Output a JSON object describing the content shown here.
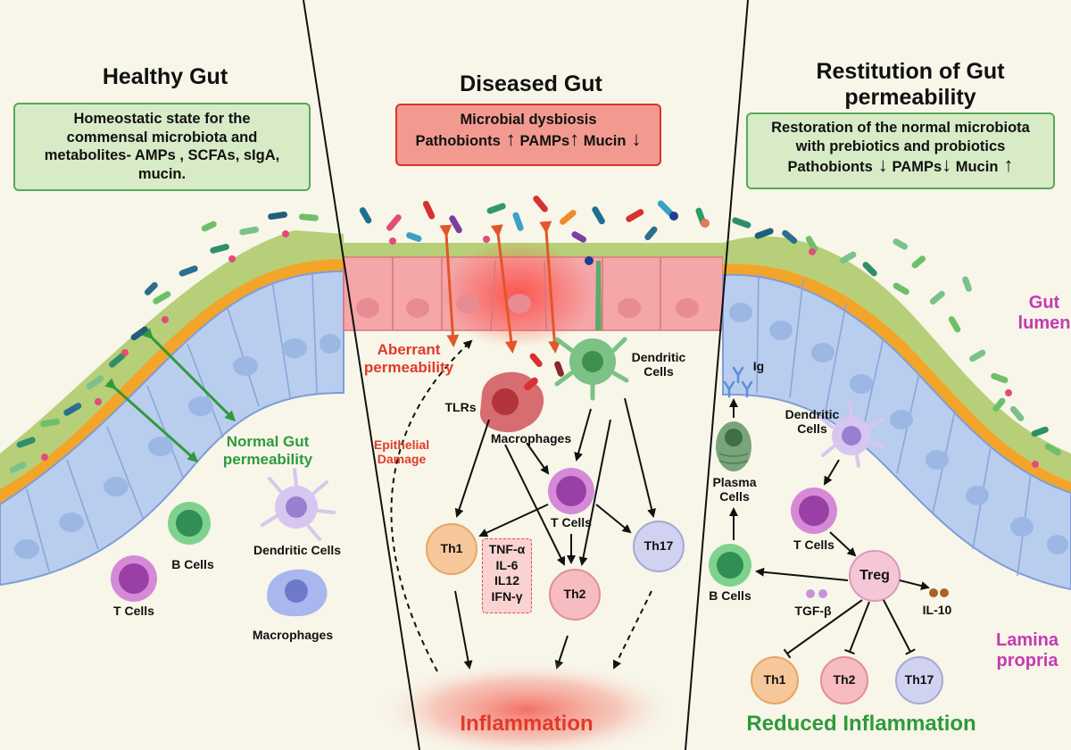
{
  "colors": {
    "background": "#f7f6e9",
    "epithelium_blue": "#b9cdee",
    "epithelium_pink": "#f4a6a8",
    "mucus_green": "#b7cf78",
    "mucus_orange": "#f3a52a",
    "inflammation_red": "#e23a2a",
    "permeability_green": "#2f9a3c",
    "lumen_magenta": "#c53ab3"
  },
  "panels": {
    "healthy": {
      "title": "Healthy Gut",
      "box_lines": [
        "Homeostatic state for the",
        "commensal microbiota and",
        "metabolites- AMPs , SCFAs, sIgA,",
        "mucin."
      ],
      "permeability_label": [
        "Normal Gut",
        "permeability"
      ],
      "cells": {
        "t_cells": "T Cells",
        "b_cells": "B Cells",
        "dendritic": "Dendritic Cells",
        "macrophages": "Macrophages"
      }
    },
    "diseased": {
      "title": "Diseased Gut",
      "box_line1": "Microbial dysbiosis",
      "box_items": [
        "Pathobionts",
        "PAMPs",
        "Mucin"
      ],
      "aberrant": [
        "Aberrant",
        "permeability"
      ],
      "epithelial_damage": [
        "Epithelial",
        "Damage"
      ],
      "cells": {
        "tlrs": "TLRs",
        "macrophages": "Macrophages",
        "dendritic": [
          "Dendritic",
          "Cells"
        ],
        "t_cells": "T Cells",
        "th1": "Th1",
        "th2": "Th2",
        "th17": "Th17"
      },
      "cytokines": [
        "TNF-α",
        "IL-6",
        "IL12",
        "IFN-γ"
      ],
      "inflammation": "Inflammation"
    },
    "restitution": {
      "title_lines": [
        "Restitution of Gut",
        "permeability"
      ],
      "box_lines": [
        "Restoration of the normal microbiota",
        "with prebiotics and probiotics"
      ],
      "box_items": [
        "Pathobionts",
        "PAMPs",
        "Mucin"
      ],
      "gut_lumen": [
        "Gut",
        "lumen"
      ],
      "lamina_propria": [
        "Lamina",
        "propria"
      ],
      "cells": {
        "ig": "Ig",
        "plasma": [
          "Plasma",
          "Cells"
        ],
        "dendritic": [
          "Dendritic",
          "Cells"
        ],
        "t_cells": "T Cells",
        "treg": "Treg",
        "b_cells": "B Cells",
        "tgf": "TGF-β",
        "il10": "IL-10",
        "th1": "Th1",
        "th2": "Th2",
        "th17": "Th17"
      },
      "reduced": "Reduced Inflammation"
    }
  }
}
